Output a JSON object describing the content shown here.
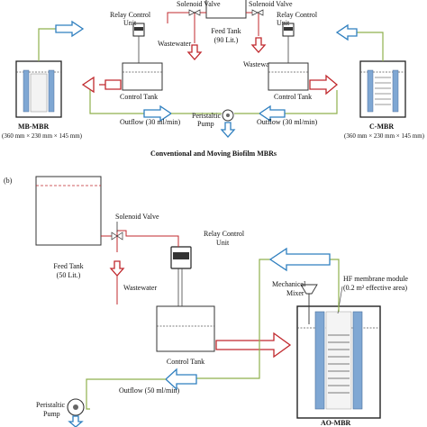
{
  "panel_a": {
    "solenoid_valve_left": "Solenoid Valve",
    "solenoid_valve_right": "Solenoid Valve",
    "feed_tank": "Feed Tank",
    "feed_tank_volume": "(90 Lit.)",
    "relay_left_line1": "Relay Control",
    "relay_left_line2": "Unit",
    "relay_right_line1": "Relay Control",
    "relay_right_line2": "Unit",
    "wastewater_left": "Wastewater",
    "wastewater_right": "Wastewater",
    "control_tank_left": "Control Tank",
    "control_tank_right": "Control Tank",
    "mb_mbr": "MB-MBR",
    "mb_mbr_dims": "(360 mm × 230 mm × 145 mm)",
    "c_mbr": "C-MBR",
    "c_mbr_dims": "(360 mm × 230 mm × 145 mm)",
    "outflow_left": "Outflow (30 ml/min)",
    "outflow_right": "Outflow (30 ml/min)",
    "peristaltic_line1": "Peristaltic",
    "peristaltic_line2": "Pump",
    "caption": "Conventional and Moving Biofilm MBRs"
  },
  "panel_b": {
    "panel_label": "(b)",
    "solenoid_valve": "Solenoid Valve",
    "relay_line1": "Relay Control",
    "relay_line2": "Unit",
    "feed_tank": "Feed Tank",
    "feed_tank_volume": "(50 Lit.)",
    "wastewater": "Wastewater",
    "control_tank": "Control Tank",
    "mechanical_mixer_line1": "Mechanical",
    "mechanical_mixer_line2": "Mixer",
    "hf_module_line1": "HF membrane module",
    "hf_module_line2": "(0.2 m² effective area)",
    "peristaltic_line1": "Peristaltic",
    "peristaltic_line2": "Pump",
    "outflow": "Outflow (50 ml/min)",
    "ao_mbr": "AO-MBR"
  },
  "colors": {
    "arrow_red": "#c0282d",
    "arrow_blue": "#2f7fbf",
    "pipe_green": "#8fb04d",
    "pipe_red": "#c0282d",
    "membrane_blue": "#7fa7d3"
  }
}
